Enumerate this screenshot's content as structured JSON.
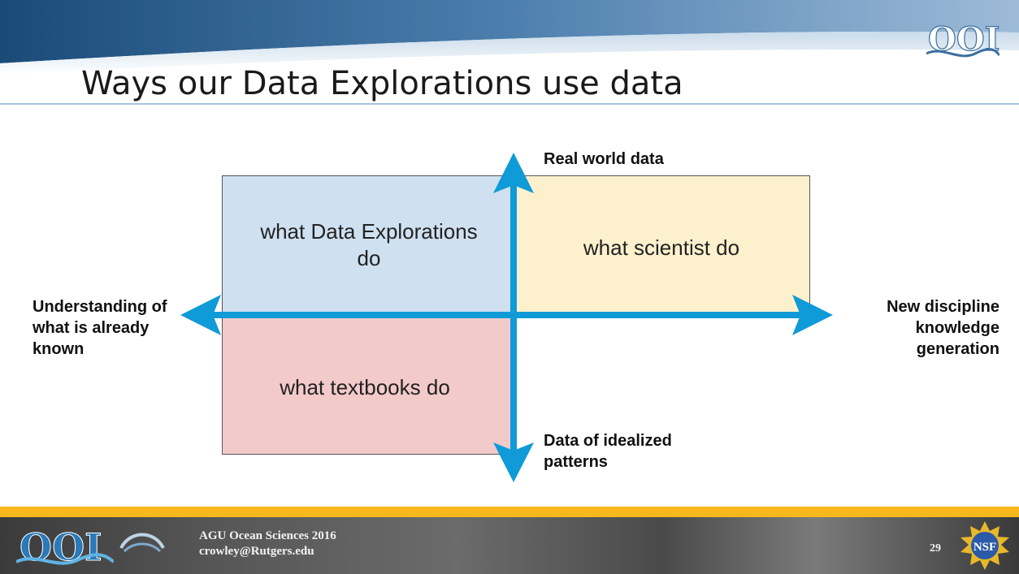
{
  "slide": {
    "title": "Ways our Data Explorations use data",
    "logo_text": "OOI"
  },
  "diagram": {
    "quadrants": {
      "top_left": "what Data Explorations do",
      "top_right": "what scientist do",
      "bottom_left": "what textbooks do"
    },
    "axes": {
      "top": "Real world data",
      "bottom": "Data of idealized patterns",
      "left": "Understanding of what is already known",
      "right": "New discipline knowledge generation"
    },
    "colors": {
      "axis": "#0f9ad8",
      "top_left": "#cfe0f1",
      "top_right": "#fdf1cd",
      "bottom_left": "#f3caca"
    }
  },
  "footer": {
    "conference": "AGU Ocean Sciences 2016",
    "email": "crowley@Rutgers.edu",
    "page_number": "29",
    "logos": [
      "ooi-logo",
      "consortium-logo",
      "nsf-logo"
    ]
  }
}
